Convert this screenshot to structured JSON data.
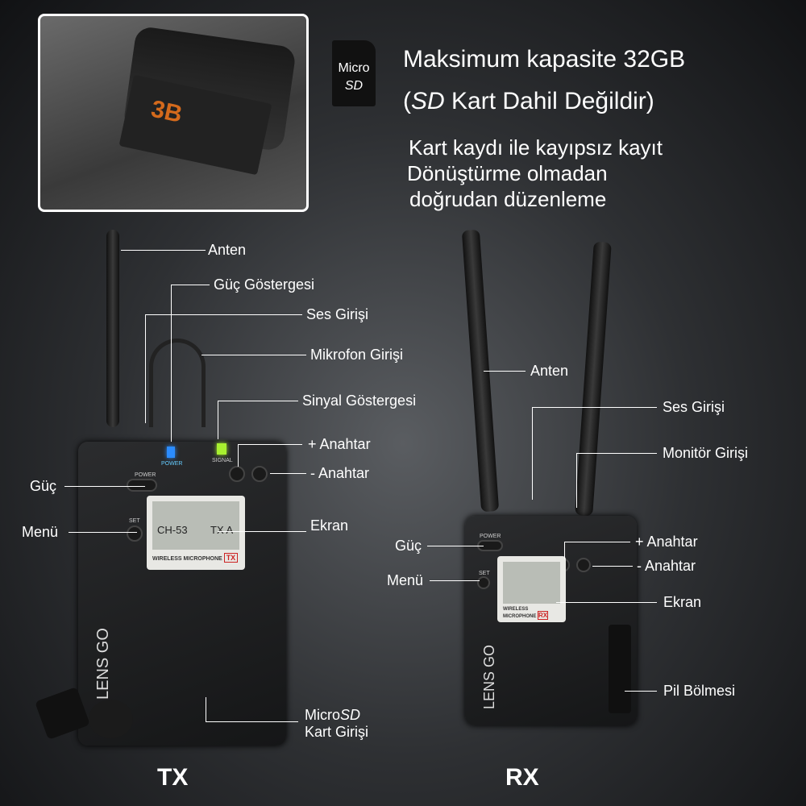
{
  "header": {
    "capacity": "Maksimum kapasite 32GB",
    "note_prefix": "(",
    "note_sd": "SD",
    "note_rest": " Kart Dahil Değildir)",
    "feature1": "Kart kaydı ile kayıpsız kayıt",
    "feature2": "Dönüştürme olmadan",
    "feature3": "doğrudan düzenleme"
  },
  "sd_icon": {
    "line1": "Micro",
    "line2": "SD"
  },
  "inset": {
    "card_text": "3B"
  },
  "tx": {
    "title": "TX",
    "labels": {
      "antenna": "Anten",
      "power_indicator": "Güç Göstergesi",
      "audio_input": "Ses Girişi",
      "mic_input": "Mikrofon Girişi",
      "signal_indicator": "Sinyal Göstergesi",
      "plus_key": "+ Anahtar",
      "minus_key": "- Anahtar",
      "power": "Güç",
      "menu": "Menü",
      "screen": "Ekran",
      "sd_slot_prefix": "Micro",
      "sd_slot_sd": "SD",
      "sd_slot_line2": "Kart Girişi"
    },
    "device": {
      "power_led": "POWER",
      "signal_led": "SIGNAL",
      "power_btn": "POWER",
      "set_btn": "SET",
      "plus": "+",
      "minus": "−",
      "channel": "CH-53",
      "mode": "TX A",
      "footer": "WIRELESS MICROPHONE",
      "badge": "TX",
      "brand": "LENS GO"
    }
  },
  "rx": {
    "title": "RX",
    "labels": {
      "antenna": "Anten",
      "audio_input": "Ses Girişi",
      "monitor_input": "Monitör Girişi",
      "plus_key": "+ Anahtar",
      "minus_key": "- Anahtar",
      "power": "Güç",
      "menu": "Menü",
      "screen": "Ekran",
      "battery": "Pil Bölmesi"
    },
    "device": {
      "power_btn": "POWER",
      "set_btn": "SET",
      "footer": "WIRELESS MICROPHONE",
      "badge": "RX",
      "brand": "LENS GO"
    }
  }
}
